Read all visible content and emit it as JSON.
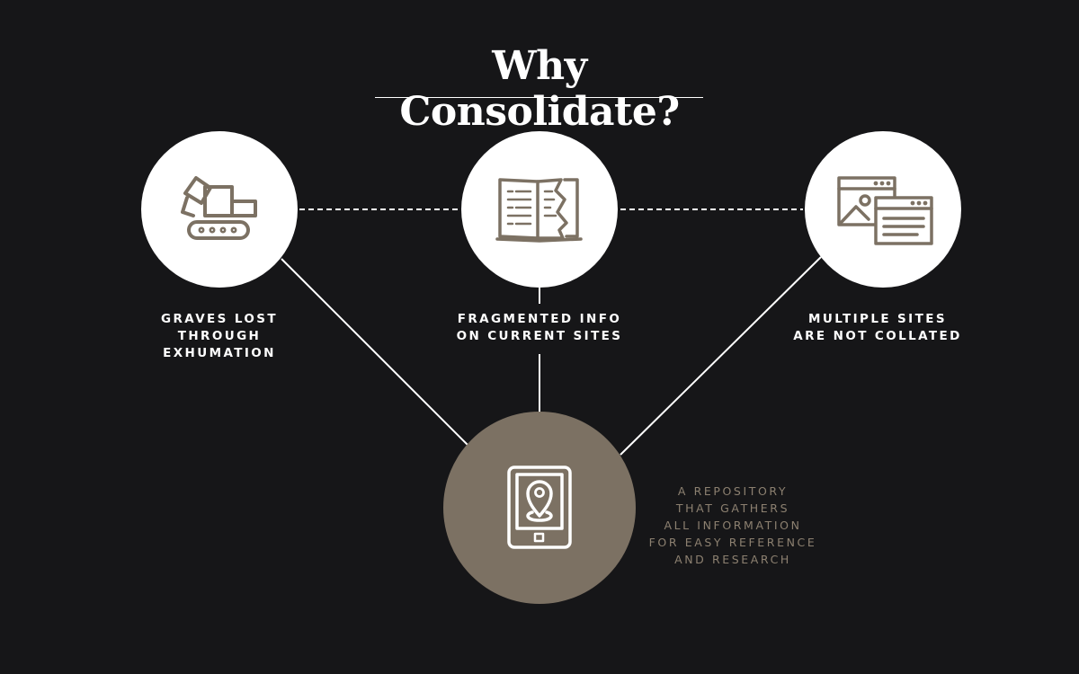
{
  "title": "Why Consolidate?",
  "colors": {
    "background": "#161618",
    "title": "#ffffff",
    "node_fill": "#ffffff",
    "icon_stroke": "#7c7163",
    "hub_fill": "#7c7163",
    "hub_icon": "#ffffff",
    "connector": "#ffffff",
    "label": "#ffffff",
    "hub_text": "#8c8070"
  },
  "nodes": [
    {
      "icon": "excavator-icon",
      "label_lines": [
        "GRAVES LOST",
        "THROUGH",
        "EXHUMATION"
      ]
    },
    {
      "icon": "torn-book-icon",
      "label_lines": [
        "FRAGMENTED INFO",
        "ON CURRENT SITES"
      ]
    },
    {
      "icon": "browser-windows-icon",
      "label_lines": [
        "MULTIPLE SITES",
        "ARE NOT COLLATED"
      ]
    }
  ],
  "hub": {
    "icon": "tablet-map-pin-icon",
    "label_lines": [
      "A REPOSITORY",
      "THAT GATHERS",
      "ALL INFORMATION",
      "FOR EASY REFERENCE",
      "AND RESEARCH"
    ]
  }
}
